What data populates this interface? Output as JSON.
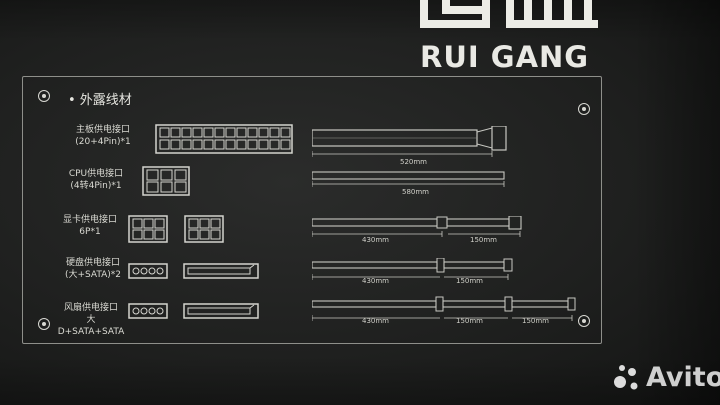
{
  "brand": {
    "name": "RUI GANG"
  },
  "section": {
    "title": "• 外露线材"
  },
  "rows": [
    {
      "label1": "主板供电接口",
      "label2": "(20+4Pin)*1",
      "lengths": [
        "520mm"
      ]
    },
    {
      "label1": "CPU供电接口",
      "label2": "(4转4Pin)*1",
      "lengths": [
        "580mm"
      ]
    },
    {
      "label1": "显卡供电接口",
      "label2": "6P*1",
      "lengths": [
        "430mm",
        "150mm"
      ]
    },
    {
      "label1": "硬盘供电接口",
      "label2": "(大+SATA)*2",
      "lengths": [
        "430mm",
        "150mm"
      ]
    },
    {
      "label1": "风扇供电接口",
      "label2": "大D+SATA+SATA",
      "lengths": [
        "430mm",
        "150mm",
        "150mm"
      ]
    }
  ],
  "watermark": {
    "text": "Avito"
  }
}
